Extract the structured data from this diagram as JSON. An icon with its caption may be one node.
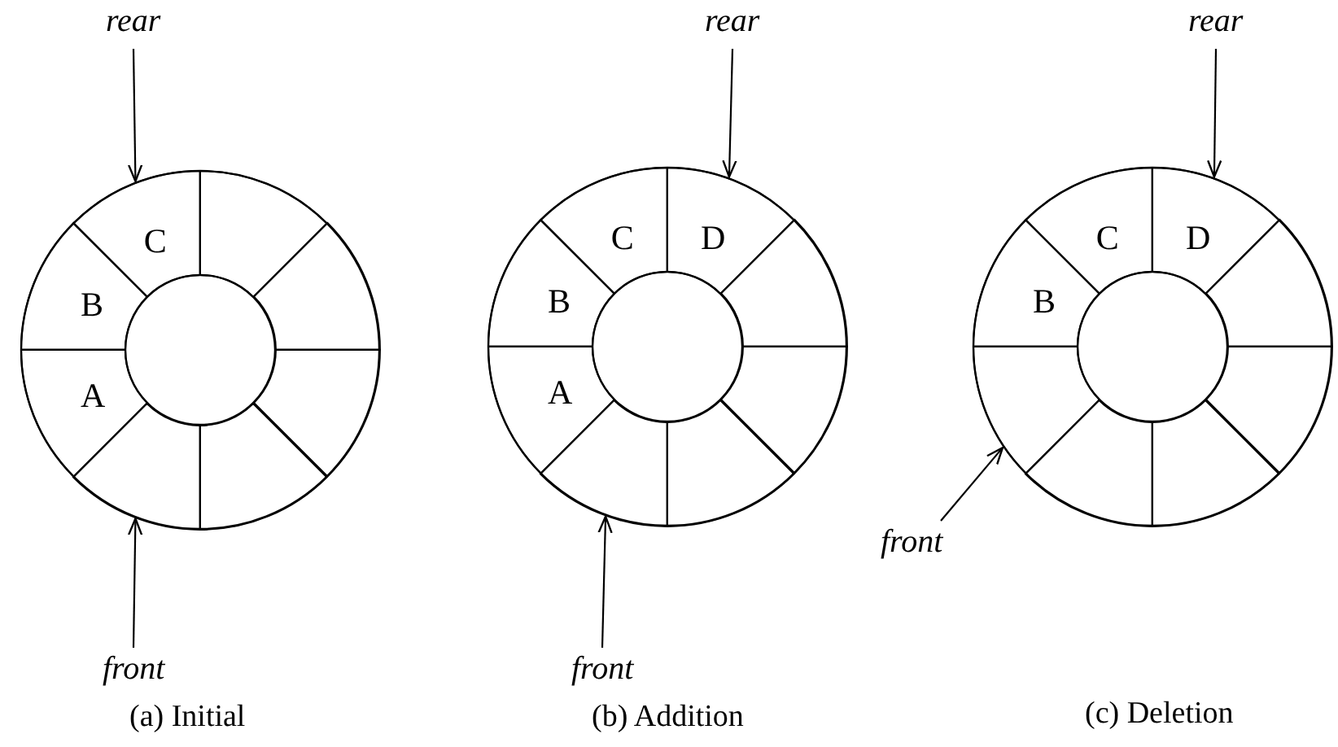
{
  "diagram": {
    "nodes": [
      {
        "text": [
          "rear"
        ]
      },
      {
        "text": [],
        "shape": "circle"
      },
      {
        "text": [],
        "shape": "segment",
        "in": 1
      },
      {
        "text": [],
        "shape": "segment",
        "in": 1
      },
      {
        "text": [],
        "shape": "segment",
        "in": 1
      },
      {
        "text": [],
        "shape": "segment",
        "in": 1
      },
      {
        "text": [],
        "shape": "segment",
        "in": 1
      },
      {
        "text": [
          "A"
        ],
        "in": 1
      },
      {
        "text": [
          "B"
        ],
        "in": 1
      },
      {
        "text": [
          "C"
        ],
        "in": 1
      },
      {
        "text": [
          "front"
        ]
      },
      {
        "text": [
          "rear"
        ]
      },
      {
        "text": [],
        "shape": "circle"
      },
      {
        "text": [
          "D"
        ],
        "in": 12
      },
      {
        "text": [],
        "shape": "segment",
        "in": 12
      },
      {
        "text": [],
        "shape": "segment",
        "in": 12
      },
      {
        "text": [],
        "shape": "segment",
        "in": 12
      },
      {
        "text": [],
        "shape": "segment",
        "in": 12
      },
      {
        "text": [
          "A"
        ],
        "in": 12
      },
      {
        "text": [
          "B"
        ],
        "in": 12
      },
      {
        "text": [
          "C"
        ],
        "in": 12
      },
      {
        "text": [
          "front"
        ]
      },
      {
        "text": [
          "rear"
        ]
      },
      {
        "text": [],
        "shape": "circle"
      },
      {
        "text": [
          "D"
        ],
        "in": 23
      },
      {
        "text": [],
        "shape": "segment",
        "in": 23
      },
      {
        "text": [],
        "shape": "segment",
        "in": 23
      },
      {
        "text": [],
        "shape": "segment",
        "in": 23
      },
      {
        "text": [],
        "shape": "segment",
        "in": 23
      },
      {
        "text": [],
        "shape": "segment",
        "in": 23
      },
      {
        "text": [
          "B"
        ],
        "in": 23
      },
      {
        "text": [
          "C"
        ],
        "in": 23
      },
      {
        "text": [
          "front"
        ]
      }
    ],
    "edges": [
      {
        "from": 0,
        "to": 9,
        "arrow": "to"
      },
      {
        "from": 10,
        "to": 6,
        "arrow": "to"
      },
      {
        "from": 11,
        "to": 13,
        "arrow": "to"
      },
      {
        "from": 21,
        "to": 17,
        "arrow": "to"
      },
      {
        "from": 22,
        "to": 24,
        "arrow": "to"
      },
      {
        "from": 32,
        "to": 29,
        "arrow": "to"
      }
    ],
    "labels": [
      "(a) Initial",
      "(b) Addition",
      "(c) Deletion"
    ]
  }
}
